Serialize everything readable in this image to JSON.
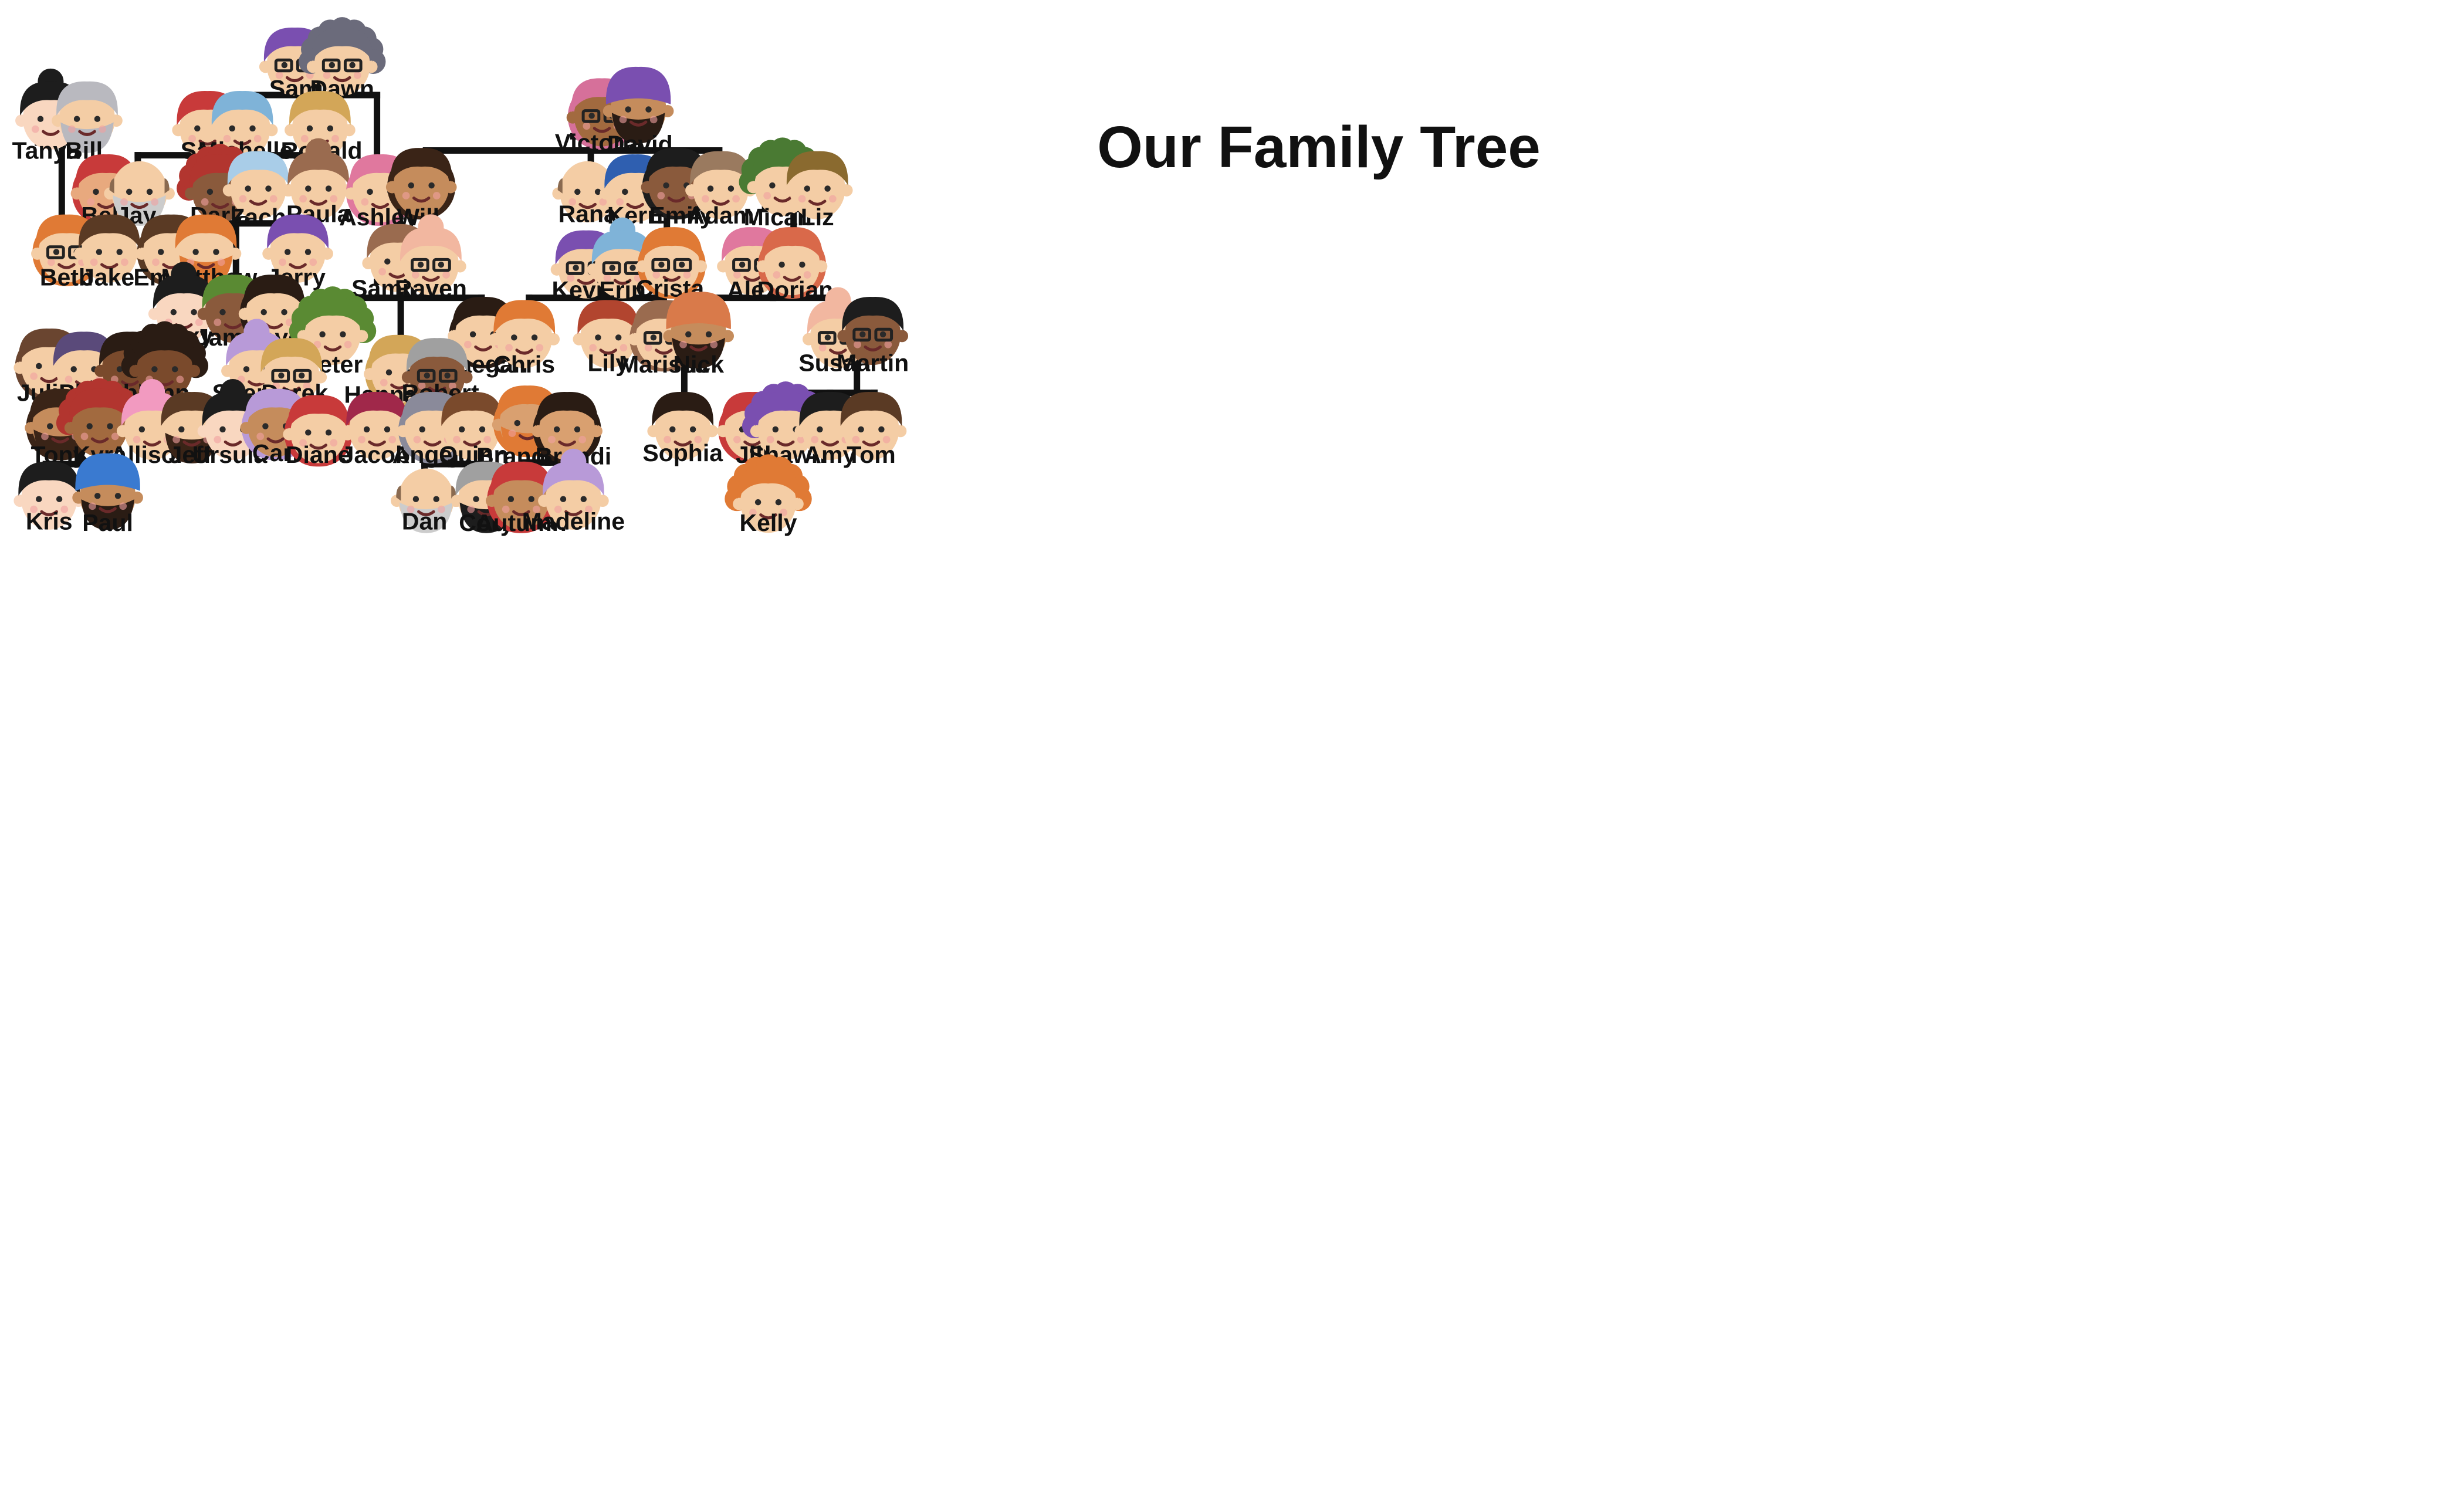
{
  "title": "Our Family Tree",
  "people": [
    {
      "id": "sam_g",
      "name": "Sam",
      "skin": "#f4cda5",
      "hair": "#7a4fb0",
      "style": "short",
      "glasses": true
    },
    {
      "id": "dawn",
      "name": "Dawn",
      "skin": "#f4cda5",
      "hair": "#6b6b7b",
      "style": "curly",
      "glasses": true
    },
    {
      "id": "tanya",
      "name": "Tanya",
      "skin": "#f9d7c0",
      "hair": "#1d1d1d",
      "style": "bun"
    },
    {
      "id": "bill",
      "name": "Bill",
      "skin": "#f4cda5",
      "hair": "#b9b9bf",
      "style": "short",
      "beard": "#b9b9bf"
    },
    {
      "id": "sam_p",
      "name": "Sam",
      "skin": "#f4cda5",
      "hair": "#c83a3a",
      "style": "short"
    },
    {
      "id": "michelle",
      "name": "Michelle",
      "skin": "#f4cda5",
      "hair": "#7fb3d8",
      "style": "short"
    },
    {
      "id": "ronald",
      "name": "Ronald",
      "skin": "#f4cda5",
      "hair": "#d3a658",
      "style": "short"
    },
    {
      "id": "victoria",
      "name": "Victoria",
      "skin": "#a26a3f",
      "hair": "#d6709a",
      "style": "long",
      "glasses": true
    },
    {
      "id": "david",
      "name": "David",
      "skin": "#c58c5c",
      "hair": "#7a4fb0",
      "style": "turban",
      "beard": "#2a1c14"
    },
    {
      "id": "bel",
      "name": "Bel",
      "skin": "#e8a97e",
      "hair": "#c83a3a",
      "style": "long"
    },
    {
      "id": "jay",
      "name": "Jay",
      "skin": "#f4cda5",
      "hair": "#f2c7a8",
      "style": "bald",
      "beard": "#cccccc"
    },
    {
      "id": "darla",
      "name": "Darla",
      "skin": "#8a5a3c",
      "hair": "#b2352f",
      "style": "curly"
    },
    {
      "id": "zach",
      "name": "Zach",
      "skin": "#f4cda5",
      "hair": "#a9cde8",
      "style": "short"
    },
    {
      "id": "paula",
      "name": "Paula",
      "skin": "#f4cda5",
      "hair": "#9a6b4f",
      "style": "bun"
    },
    {
      "id": "ashley",
      "name": "Ashley",
      "skin": "#f4cda5",
      "hair": "#e0789e",
      "style": "long"
    },
    {
      "id": "will",
      "name": "Will",
      "skin": "#c58c5c",
      "hair": "#3a2417",
      "style": "long"
    },
    {
      "id": "rana",
      "name": "Rana",
      "skin": "#f4cda5",
      "hair": "#f2c7a8",
      "style": "bald"
    },
    {
      "id": "kerri",
      "name": "Kerri",
      "skin": "#f4cda5",
      "hair": "#2f5fb0",
      "style": "short"
    },
    {
      "id": "emily",
      "name": "Emily",
      "skin": "#8a5a3c",
      "hair": "#1d1d1d",
      "style": "long"
    },
    {
      "id": "adam",
      "name": "Adam",
      "skin": "#f4cda5",
      "hair": "#9a7a5f",
      "style": "short"
    },
    {
      "id": "micah",
      "name": "Micah",
      "skin": "#f4cda5",
      "hair": "#4a7a33",
      "style": "curly"
    },
    {
      "id": "liz",
      "name": "Liz",
      "skin": "#f4cda5",
      "hair": "#8a6a2f",
      "style": "short"
    },
    {
      "id": "beth",
      "name": "Beth",
      "skin": "#f4cda5",
      "hair": "#e07a35",
      "style": "long",
      "glasses": true
    },
    {
      "id": "jake",
      "name": "Jake",
      "skin": "#f4cda5",
      "hair": "#5a3a24",
      "style": "short"
    },
    {
      "id": "emmy",
      "name": "Emmy",
      "skin": "#f4cda5",
      "hair": "#5a3a24",
      "style": "long"
    },
    {
      "id": "matthew",
      "name": "Matthew",
      "skin": "#f4cda5",
      "hair": "#e07a35",
      "style": "short",
      "beard": "#e07a35"
    },
    {
      "id": "jerry",
      "name": "Jerry",
      "skin": "#f4cda5",
      "hair": "#7a4fb0",
      "style": "short"
    },
    {
      "id": "samir",
      "name": "Samir",
      "skin": "#f4cda5",
      "hair": "#9a6b4f",
      "style": "short"
    },
    {
      "id": "raven",
      "name": "Raven",
      "skin": "#f4cda5",
      "hair": "#f2b7a0",
      "style": "bun",
      "glasses": true
    },
    {
      "id": "kevin",
      "name": "Kevin",
      "skin": "#f4cda5",
      "hair": "#7a4fb0",
      "style": "short",
      "glasses": true
    },
    {
      "id": "erin",
      "name": "Erin",
      "skin": "#f4cda5",
      "hair": "#7fb3d8",
      "style": "bun",
      "glasses": true
    },
    {
      "id": "crista",
      "name": "Crista",
      "skin": "#f4cda5",
      "hair": "#e07a35",
      "style": "long",
      "glasses": true
    },
    {
      "id": "alex",
      "name": "Alex",
      "skin": "#f4cda5",
      "hair": "#e0789e",
      "style": "short",
      "glasses": true
    },
    {
      "id": "dorian",
      "name": "Dorian",
      "skin": "#f4cda5",
      "hair": "#d9694a",
      "style": "long"
    },
    {
      "id": "roxy",
      "name": "Roxy",
      "skin": "#f9d7c0",
      "hair": "#1d1d1d",
      "style": "bun"
    },
    {
      "id": "james",
      "name": "James",
      "skin": "#8a5a3c",
      "hair": "#5a8a33",
      "style": "short"
    },
    {
      "id": "faye",
      "name": "Faye",
      "skin": "#f4cda5",
      "hair": "#2a1c14",
      "style": "long"
    },
    {
      "id": "peter",
      "name": "Peter",
      "skin": "#f4cda5",
      "hair": "#5a8a33",
      "style": "curly"
    },
    {
      "id": "maegan",
      "name": "Maegan",
      "skin": "#f4cda5",
      "hair": "#2a1c14",
      "style": "long"
    },
    {
      "id": "chris",
      "name": "Chris",
      "skin": "#f4cda5",
      "hair": "#e07a35",
      "style": "short"
    },
    {
      "id": "lily",
      "name": "Lily",
      "skin": "#f4cda5",
      "hair": "#b2452f",
      "style": "short"
    },
    {
      "id": "marissa",
      "name": "Marissa",
      "skin": "#f4cda5",
      "hair": "#9a6b4f",
      "style": "long",
      "glasses": true
    },
    {
      "id": "nick",
      "name": "Nick",
      "skin": "#c58c5c",
      "hair": "#d97a4a",
      "style": "turban",
      "beard": "#2a1c14"
    },
    {
      "id": "susan",
      "name": "Susan",
      "skin": "#f4cda5",
      "hair": "#f2b7a0",
      "style": "bun",
      "glasses": true
    },
    {
      "id": "martin",
      "name": "Martin",
      "skin": "#8a5a3c",
      "hair": "#1d1d1d",
      "style": "short",
      "glasses": true
    },
    {
      "id": "julie",
      "name": "Julie",
      "skin": "#f4cda5",
      "hair": "#6a4530",
      "style": "long"
    },
    {
      "id": "phil",
      "name": "Phil",
      "skin": "#f4cda5",
      "hair": "#5a4a7a",
      "style": "short"
    },
    {
      "id": "bobby",
      "name": "Bobby",
      "skin": "#7a4a2c",
      "hair": "#2a1c14",
      "style": "short"
    },
    {
      "id": "ann",
      "name": "Ann",
      "skin": "#7a4a2c",
      "hair": "#2a1c14",
      "style": "curly"
    },
    {
      "id": "sherry",
      "name": "Sherry",
      "skin": "#f4cda5",
      "hair": "#b89ad8",
      "style": "bun"
    },
    {
      "id": "derek",
      "name": "Derek",
      "skin": "#f4cda5",
      "hair": "#d3a658",
      "style": "short",
      "glasses": true
    },
    {
      "id": "hannah",
      "name": "Hannah",
      "skin": "#f4cda5",
      "hair": "#d3a658",
      "style": "long"
    },
    {
      "id": "robert",
      "name": "Robert",
      "skin": "#8a5a3c",
      "hair": "#a0a0a0",
      "style": "short",
      "glasses": true
    },
    {
      "id": "sophia",
      "name": "Sophia",
      "skin": "#f4cda5",
      "hair": "#2a1c14",
      "style": "short"
    },
    {
      "id": "tony",
      "name": "Tony",
      "skin": "#c58c5c",
      "hair": "#3a2417",
      "style": "long",
      "beard": "#3a2417"
    },
    {
      "id": "kyra",
      "name": "Kyra",
      "skin": "#a26a3f",
      "hair": "#b2352f",
      "style": "curly"
    },
    {
      "id": "allison",
      "name": "Allison",
      "skin": "#f4cda5",
      "hair": "#f29ac0",
      "style": "bun"
    },
    {
      "id": "jeff",
      "name": "Jeff",
      "skin": "#f4cda5",
      "hair": "#5a3a24",
      "style": "short",
      "beard": "#3a2417"
    },
    {
      "id": "ursula",
      "name": "Ursula",
      "skin": "#f9d7c0",
      "hair": "#1d1d1d",
      "style": "bun"
    },
    {
      "id": "carl",
      "name": "Carl",
      "skin": "#c58c5c",
      "hair": "#b89ad8",
      "style": "long"
    },
    {
      "id": "diane",
      "name": "Diane",
      "skin": "#f4cda5",
      "hair": "#c83a3a",
      "style": "long"
    },
    {
      "id": "jacob",
      "name": "Jacob",
      "skin": "#f4cda5",
      "hair": "#a0284a",
      "style": "short"
    },
    {
      "id": "angela",
      "name": "Angela",
      "skin": "#f4cda5",
      "hair": "#8a8a9a",
      "style": "long"
    },
    {
      "id": "quinn",
      "name": "Quinn",
      "skin": "#f4cda5",
      "hair": "#7a4a2c",
      "style": "short"
    },
    {
      "id": "brandon",
      "name": "Brandon",
      "skin": "#d9a070",
      "hair": "#e07a35",
      "style": "long",
      "beard": "#e07a35"
    },
    {
      "id": "brandi",
      "name": "Brandi",
      "skin": "#d9a070",
      "hair": "#2a1c14",
      "style": "long"
    },
    {
      "id": "jill",
      "name": "Jill",
      "skin": "#f4cda5",
      "hair": "#c83a3a",
      "style": "long"
    },
    {
      "id": "shawn",
      "name": "Shawn",
      "skin": "#f4cda5",
      "hair": "#7a4fb0",
      "style": "curly"
    },
    {
      "id": "amy",
      "name": "Amy",
      "skin": "#f4cda5",
      "hair": "#1d1d1d",
      "style": "short"
    },
    {
      "id": "tom",
      "name": "Tom",
      "skin": "#f4cda5",
      "hair": "#5a3a24",
      "style": "short"
    },
    {
      "id": "kris",
      "name": "Kris",
      "skin": "#f9d7c0",
      "hair": "#1d1d1d",
      "style": "short"
    },
    {
      "id": "paul",
      "name": "Paul",
      "skin": "#c58c5c",
      "hair": "#3a7ad0",
      "style": "turban",
      "beard": "#2a1c14"
    },
    {
      "id": "dan",
      "name": "Dan",
      "skin": "#f4cda5",
      "hair": "#f2c7a8",
      "style": "bald",
      "beard": "#cccccc"
    },
    {
      "id": "cory",
      "name": "Cory",
      "skin": "#f4cda5",
      "hair": "#a0a0a0",
      "style": "short",
      "beard": "#1d1d1d"
    },
    {
      "id": "autumn",
      "name": "Autumn",
      "skin": "#c58c5c",
      "hair": "#c83a3a",
      "style": "long"
    },
    {
      "id": "madeline",
      "name": "Madeline",
      "skin": "#f4cda5",
      "hair": "#b89ad8",
      "style": "bun"
    },
    {
      "id": "kelly",
      "name": "Kelly",
      "skin": "#f4cda5",
      "hair": "#e07a35",
      "style": "curly"
    }
  ]
}
